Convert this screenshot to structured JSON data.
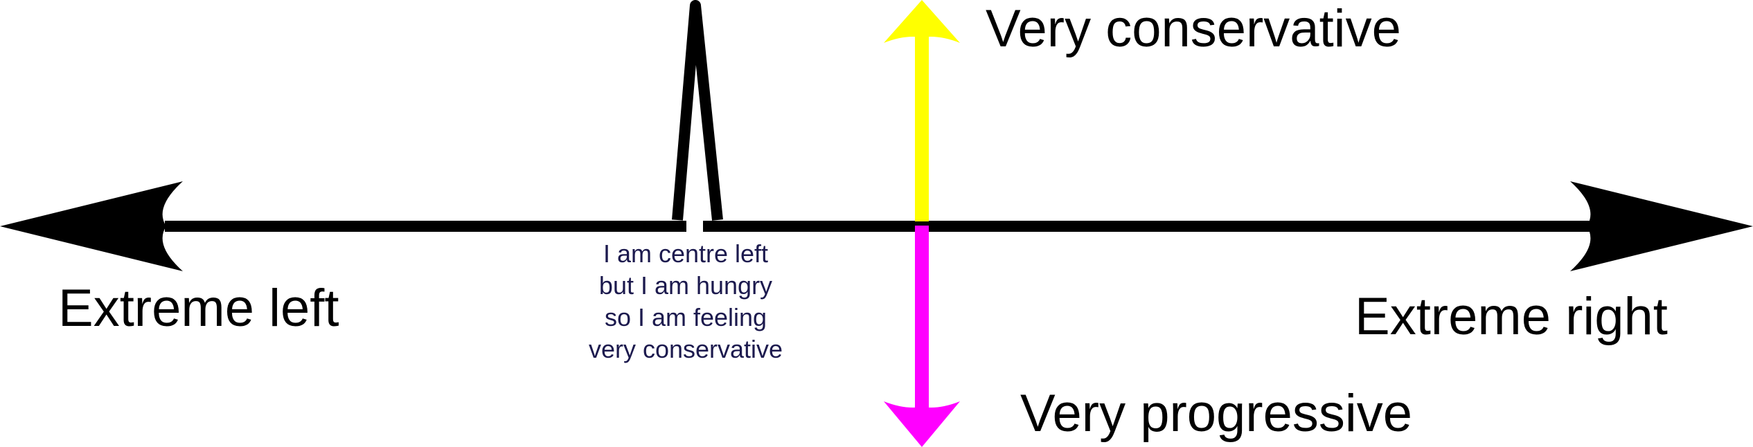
{
  "labels": {
    "extreme_left": "Extreme left",
    "extreme_right": "Extreme right",
    "very_conservative": "Very conservative",
    "very_progressive": "Very progressive"
  },
  "annotation": {
    "lines": [
      "I am centre left",
      "but I am hungry",
      "so I am feeling",
      "very conservative"
    ],
    "color": "#1c1a4e"
  },
  "colors": {
    "axis": "#000000",
    "conservative_arrow": "#ffff00",
    "progressive_arrow": "#ff00ff",
    "background": "#ffffff"
  }
}
